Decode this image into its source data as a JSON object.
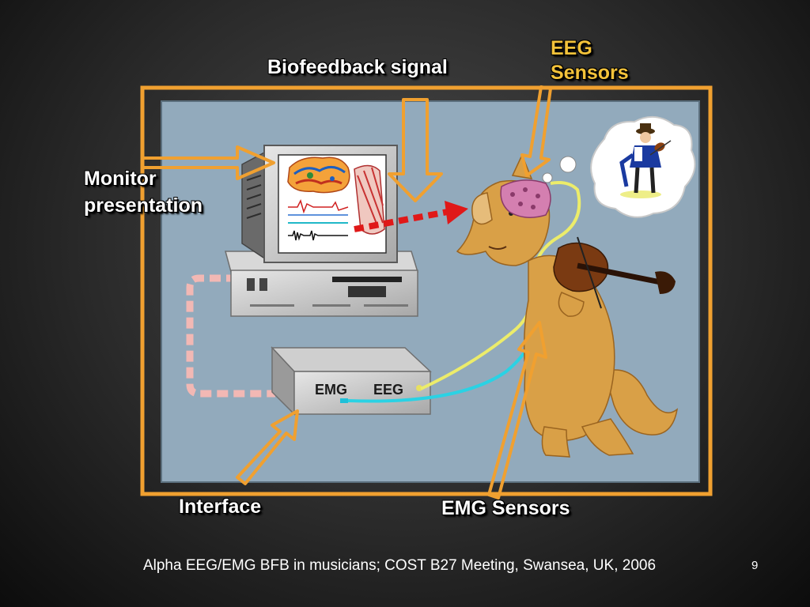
{
  "labels": {
    "biofeedback": "Biofeedback signal",
    "eeg_line1": "EEG",
    "eeg_line2": "Sensors",
    "monitor_line1": "Monitor",
    "monitor_line2": "presentation",
    "interface": "Interface",
    "emg_sensors": "EMG Sensors"
  },
  "device": {
    "emg": "EMG",
    "eeg": "EEG"
  },
  "footer": {
    "caption": "Alpha EEG/EMG BFB in musicians; COST B27 Meeting, Swansea, UK, 2006",
    "page_number": "9"
  },
  "colors": {
    "frame": "#f0a030",
    "panel": "#92aabc",
    "label_text": "#f3c23a"
  }
}
